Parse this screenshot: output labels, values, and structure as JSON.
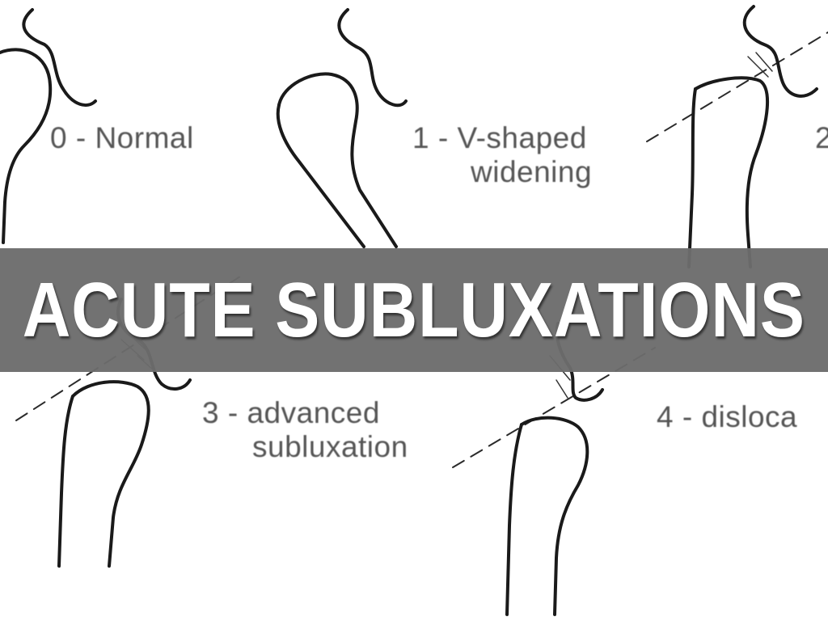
{
  "banner": {
    "title": "ACUTE SUBLUXATIONS",
    "background_color": "#6c6c6c",
    "text_color": "#ffffff"
  },
  "stages": [
    {
      "label_line1": "0 - Normal",
      "label_line2": ""
    },
    {
      "label_line1": "1 - V-shaped",
      "label_line2": "widening"
    },
    {
      "label_line1": "3 - advanced",
      "label_line2": "subluxation"
    },
    {
      "label_line1": "4 - disloca",
      "label_line2": ""
    }
  ],
  "partial_labels": {
    "stage2_fragment": "2"
  }
}
